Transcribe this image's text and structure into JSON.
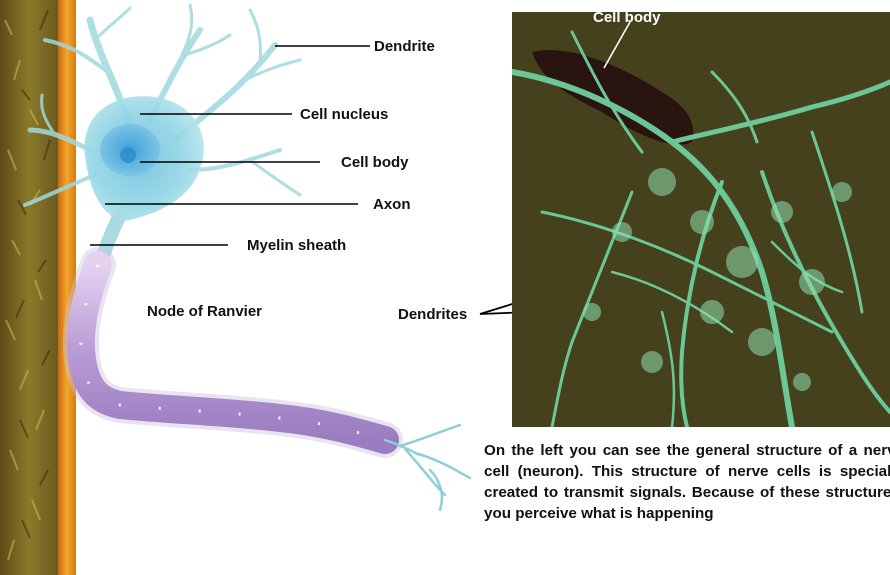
{
  "diagram": {
    "labels": {
      "dendrite": "Dendrite",
      "cell_nucleus": "Cell nucleus",
      "cell_body": "Cell body",
      "axon": "Axon",
      "myelin_sheath": "Myelin sheath",
      "node_of_ranvier": "Node of Ranvier"
    }
  },
  "micrograph": {
    "label_cell_body": "Cell body",
    "label_dendrites": "Dendrites"
  },
  "description": "On the left you can see the general structure of a nerve cell (neuron). This structure of nerve cells is specially created to transmit signals. Because of these structures, you perceive what is happening"
}
